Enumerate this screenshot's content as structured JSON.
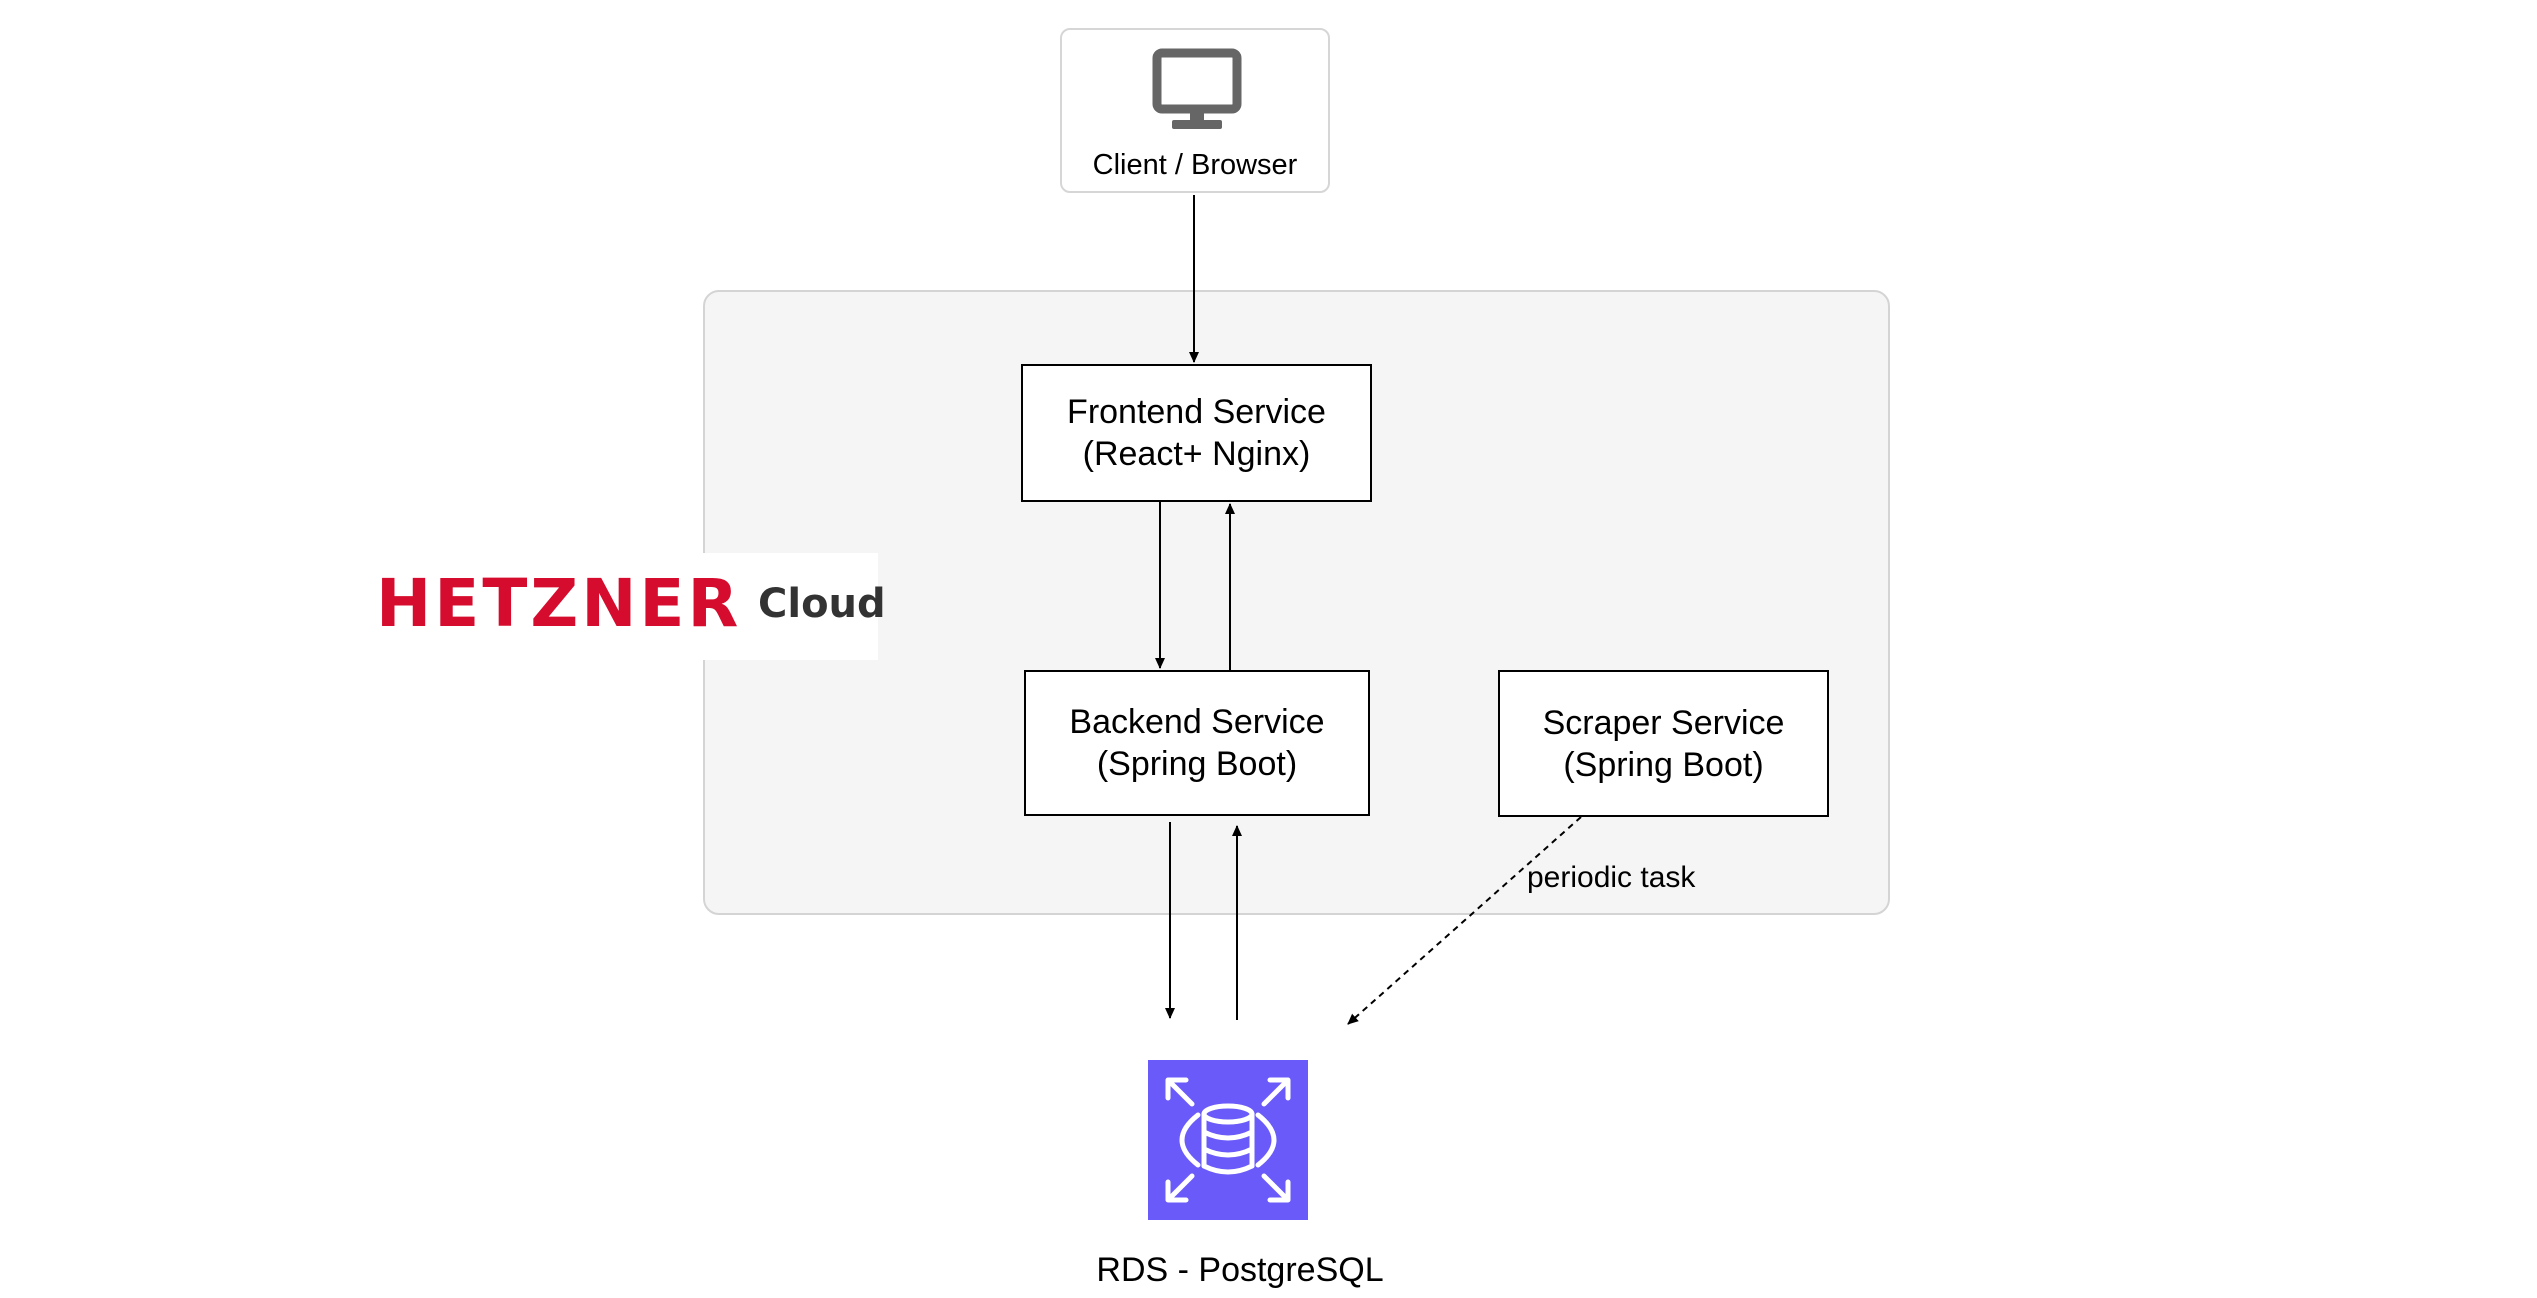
{
  "client": {
    "label": "Client / Browser",
    "icon": "monitor-icon"
  },
  "cloud": {
    "brand": "HETZNER",
    "brand_suffix": "Cloud",
    "brand_color": "#d50c2d",
    "group_fill": "#f5f5f5"
  },
  "services": {
    "frontend": {
      "line1": "Frontend Service",
      "line2": "(React+ Nginx)"
    },
    "backend": {
      "line1": "Backend Service",
      "line2": "(Spring Boot)"
    },
    "scraper": {
      "line1": "Scraper Service",
      "line2": "(Spring Boot)"
    }
  },
  "edges": {
    "scraper_to_db_label": "periodic task"
  },
  "database": {
    "label": "RDS - PostgreSQL",
    "icon": "rds-database-icon",
    "color": "#6a5af9"
  }
}
